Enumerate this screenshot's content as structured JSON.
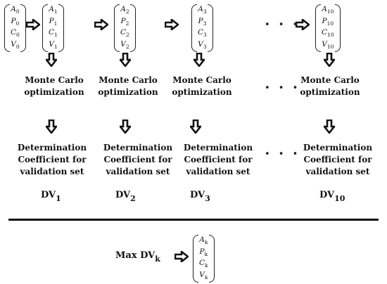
{
  "top_vectors": [
    {
      "id": "v0",
      "items": [
        [
          "A",
          "0"
        ],
        [
          "P",
          "0"
        ],
        [
          "C",
          "0"
        ],
        [
          "V",
          "0"
        ]
      ]
    },
    {
      "id": "v1",
      "items": [
        [
          "A",
          "1"
        ],
        [
          "P",
          "1"
        ],
        [
          "C",
          "1"
        ],
        [
          "V",
          "1"
        ]
      ]
    },
    {
      "id": "v2",
      "items": [
        [
          "A",
          "2"
        ],
        [
          "P",
          "2"
        ],
        [
          "C",
          "2"
        ],
        [
          "V",
          "2"
        ]
      ]
    },
    {
      "id": "v3",
      "items": [
        [
          "A",
          "3"
        ],
        [
          "P",
          "3"
        ],
        [
          "C",
          "3"
        ],
        [
          "V",
          "3"
        ]
      ]
    },
    {
      "id": "v10",
      "items": [
        [
          "A",
          "10"
        ],
        [
          "P",
          "10"
        ],
        [
          "C",
          "10"
        ],
        [
          "V",
          "10"
        ]
      ]
    }
  ],
  "ellipsis": "• • •",
  "monte_carlo": {
    "line1": "Monte Carlo",
    "line2": "optimization"
  },
  "determination": {
    "line1": "Determination",
    "line2": "Coefficient for",
    "line3": "validation set"
  },
  "dv_labels": [
    {
      "prefix": "DV",
      "index": "1"
    },
    {
      "prefix": "DV",
      "index": "2"
    },
    {
      "prefix": "DV",
      "index": "3"
    },
    {
      "prefix": "DV",
      "index": "10"
    }
  ],
  "bottom": {
    "max_prefix": "Max DV",
    "max_index": "k",
    "vector": [
      [
        "A",
        "k"
      ],
      [
        "P",
        "k"
      ],
      [
        "C",
        "k"
      ],
      [
        "V",
        "k"
      ]
    ]
  }
}
